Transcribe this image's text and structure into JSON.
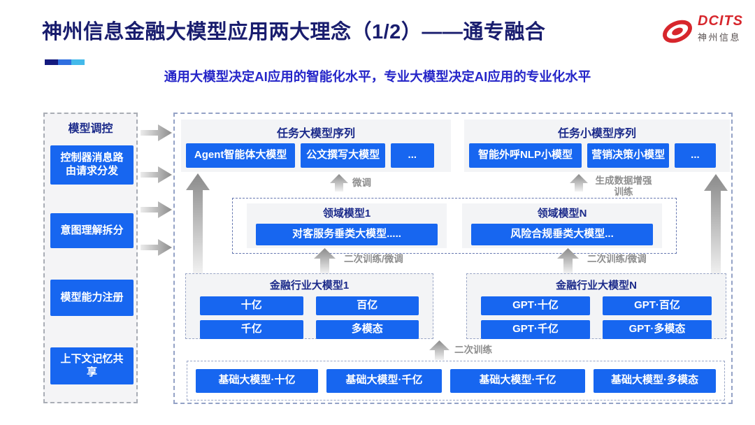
{
  "slide": {
    "title": "神州信息金融大模型应用两大理念（1/2）——通专融合",
    "subtitle": "通用大模型决定AI应用的智能化水平，专业大模型决定AI应用的专业化水平",
    "logo": {
      "brand": "DCITS",
      "brand_cn": "神州信息"
    }
  },
  "sidebar": {
    "title": "模型调控",
    "items": [
      "控制器消息路由请求分发",
      "意图理解拆分",
      "模型能力注册",
      "上下文记忆共享"
    ]
  },
  "diagram": {
    "task_large": {
      "title": "任务大模型序列",
      "buttons": [
        "Agent智能体大模型",
        "公文撰写大模型",
        "..."
      ]
    },
    "task_small": {
      "title": "任务小模型序列",
      "buttons": [
        "智能外呼NLP小模型",
        "营销决策小模型",
        "..."
      ]
    },
    "domain_models": {
      "left": {
        "title": "领域模型1",
        "button": "对客服务垂类大模型....."
      },
      "right": {
        "title": "领域模型N",
        "button": "风险合规垂类大模型..."
      }
    },
    "industry_left": {
      "title": "金融行业大模型1",
      "buttons": [
        "十亿",
        "百亿",
        "千亿",
        "多模态"
      ]
    },
    "industry_right": {
      "title": "金融行业大模型N",
      "buttons": [
        "GPT·十亿",
        "GPT·百亿",
        "GPT·千亿",
        "GPT·多模态"
      ]
    },
    "base_models": {
      "buttons": [
        "基础大模型·十亿",
        "基础大模型·千亿",
        "基础大模型·千亿",
        "基础大模型·多模态"
      ]
    },
    "arrow_labels": {
      "fine_tune": "微调",
      "gen_data_augment": "生成数据增强训练",
      "retrain_left": "二次训练/微调",
      "retrain_right": "二次训练/微调",
      "retrain_bottom": "二次训练"
    }
  },
  "colors": {
    "button_blue": "#1766f0",
    "title_navy": "#191d6e",
    "subtitle_blue": "#2424c8",
    "brand_red": "#d7262c",
    "panel_gray": "#f3f4f6"
  }
}
